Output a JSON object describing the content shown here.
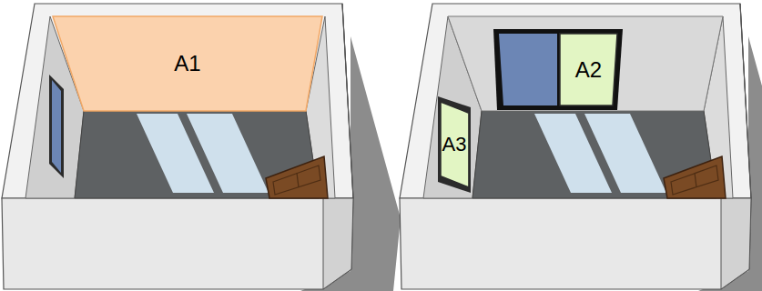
{
  "diagram": {
    "nodes": [
      {
        "text": [
          "A1"
        ]
      },
      {
        "text": [
          "A2"
        ]
      },
      {
        "text": [
          "A3"
        ]
      }
    ]
  }
}
